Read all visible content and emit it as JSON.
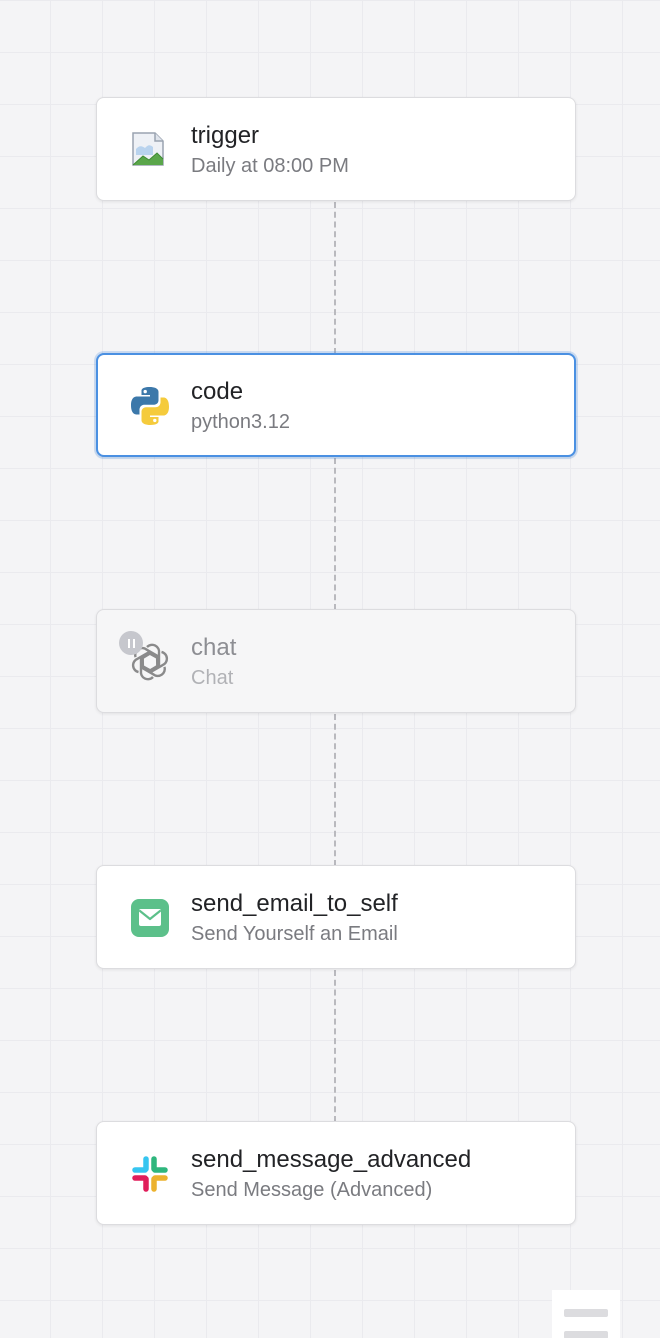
{
  "workflow": {
    "steps": [
      {
        "title": "trigger",
        "subtitle": "Daily at 08:00 PM",
        "icon": "broken-image-icon",
        "state": "normal"
      },
      {
        "title": "code",
        "subtitle": "python3.12",
        "icon": "python-icon",
        "state": "selected"
      },
      {
        "title": "chat",
        "subtitle": "Chat",
        "icon": "openai-icon",
        "state": "disabled",
        "badge": "pause-icon"
      },
      {
        "title": "send_email_to_self",
        "subtitle": "Send Yourself an Email",
        "icon": "email-icon",
        "state": "normal"
      },
      {
        "title": "send_message_advanced",
        "subtitle": "Send Message (Advanced)",
        "icon": "slack-icon",
        "state": "normal"
      }
    ]
  },
  "colors": {
    "selected_border": "#4a90e2",
    "canvas_background": "#f4f4f6",
    "email_green": "#5cc08a"
  }
}
